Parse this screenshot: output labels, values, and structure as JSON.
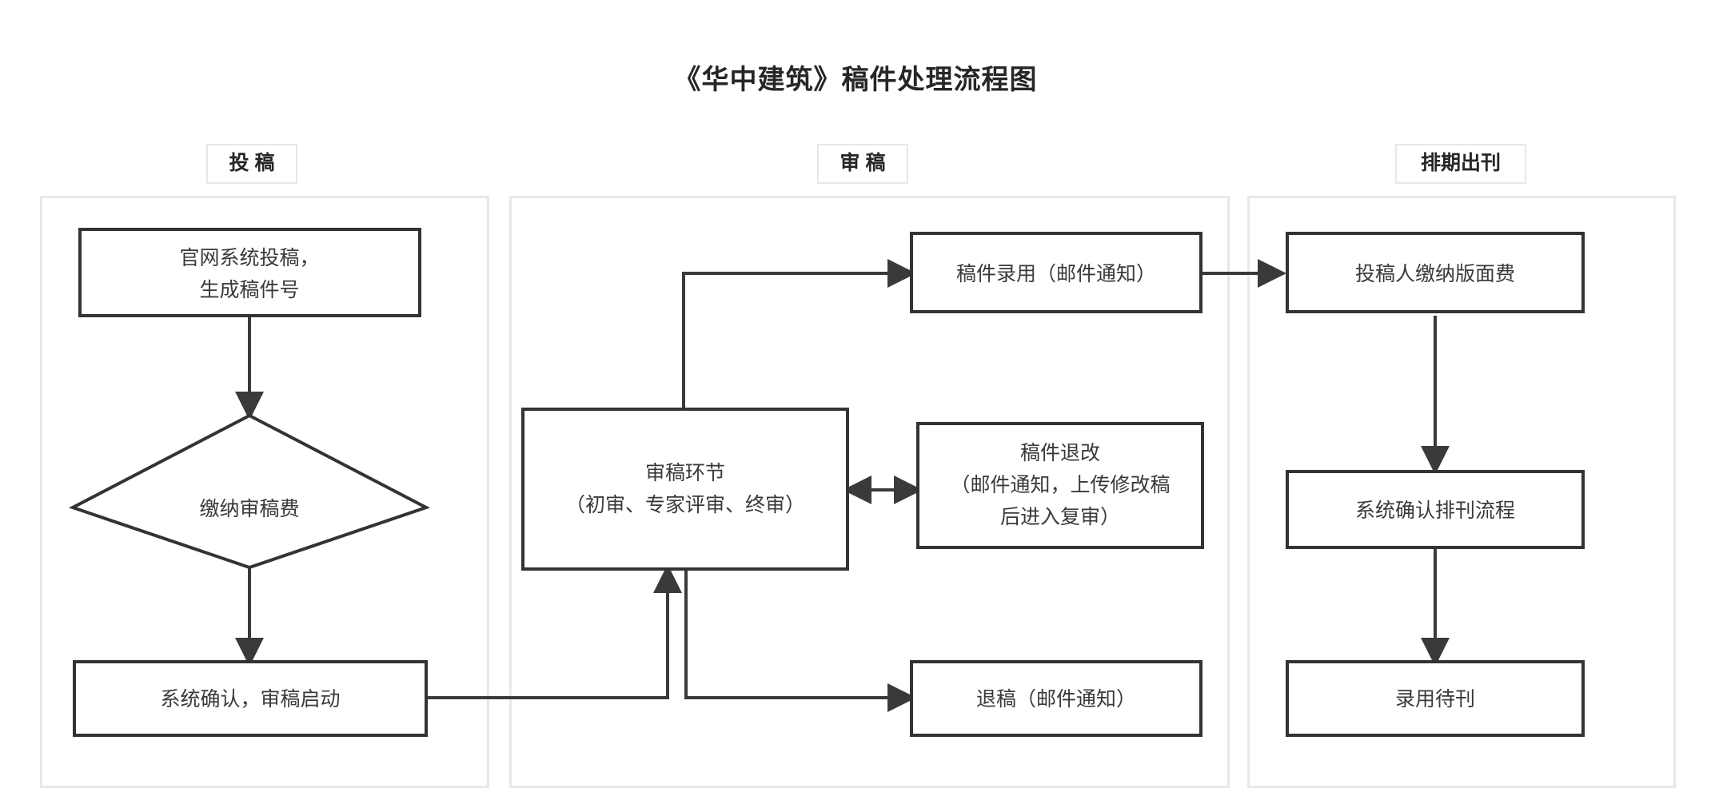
{
  "title": "《华中建筑》稿件处理流程图",
  "swimlanes": [
    {
      "id": "submission",
      "label": "投 稿"
    },
    {
      "id": "review",
      "label": "审 稿"
    },
    {
      "id": "scheduling",
      "label": "排期出刊"
    }
  ],
  "colors": {
    "node_border": "#333333",
    "panel_border": "#e8e8e8",
    "text": "#3a3a3a",
    "title_text": "#262626",
    "background": "#ffffff",
    "connector": "#3a3a3a"
  },
  "nodes": [
    {
      "id": "submit-online",
      "shape": "rect",
      "lane": "submission",
      "lines": [
        "官网系统投稿，",
        "生成稿件号"
      ]
    },
    {
      "id": "pay-review-fee",
      "shape": "diamond",
      "lane": "submission",
      "lines": [
        "缴纳审稿费"
      ]
    },
    {
      "id": "system-confirm-review-start",
      "shape": "rect",
      "lane": "submission",
      "lines": [
        "系统确认，审稿启动"
      ]
    },
    {
      "id": "review-stage",
      "shape": "rect",
      "lane": "review",
      "lines": [
        "审稿环节",
        "（初审、专家评审、终审）"
      ]
    },
    {
      "id": "manuscript-accepted",
      "shape": "rect",
      "lane": "review",
      "lines": [
        "稿件录用（邮件通知）"
      ]
    },
    {
      "id": "manuscript-revision",
      "shape": "rect",
      "lane": "review",
      "lines": [
        "稿件退改",
        "（邮件通知，上传修改稿",
        "后进入复审）"
      ]
    },
    {
      "id": "manuscript-rejected",
      "shape": "rect",
      "lane": "review",
      "lines": [
        "退稿（邮件通知）"
      ]
    },
    {
      "id": "author-pays-page-fee",
      "shape": "rect",
      "lane": "scheduling",
      "lines": [
        "投稿人缴纳版面费"
      ]
    },
    {
      "id": "system-confirm-scheduling",
      "shape": "rect",
      "lane": "scheduling",
      "lines": [
        "系统确认排刊流程"
      ]
    },
    {
      "id": "accepted-pending-publication",
      "shape": "rect",
      "lane": "scheduling",
      "lines": [
        "录用待刊"
      ]
    }
  ],
  "edges": [
    {
      "id": "submit-to-fee",
      "from": "submit-online",
      "to": "pay-review-fee",
      "arrows": "end"
    },
    {
      "id": "fee-to-confirm",
      "from": "pay-review-fee",
      "to": "system-confirm-review-start",
      "arrows": "end"
    },
    {
      "id": "confirm-to-review",
      "from": "system-confirm-review-start",
      "to": "review-stage",
      "arrows": "end"
    },
    {
      "id": "review-to-accepted",
      "from": "review-stage",
      "to": "manuscript-accepted",
      "arrows": "end"
    },
    {
      "id": "review-to-revision",
      "from": "review-stage",
      "to": "manuscript-revision",
      "arrows": "both"
    },
    {
      "id": "review-to-rejected",
      "from": "review-stage",
      "to": "manuscript-rejected",
      "arrows": "end"
    },
    {
      "id": "accepted-to-pagefee",
      "from": "manuscript-accepted",
      "to": "author-pays-page-fee",
      "arrows": "end"
    },
    {
      "id": "pagefee-to-scheduling",
      "from": "author-pays-page-fee",
      "to": "system-confirm-scheduling",
      "arrows": "end"
    },
    {
      "id": "scheduling-to-pending",
      "from": "system-confirm-scheduling",
      "to": "accepted-pending-publication",
      "arrows": "end"
    }
  ]
}
